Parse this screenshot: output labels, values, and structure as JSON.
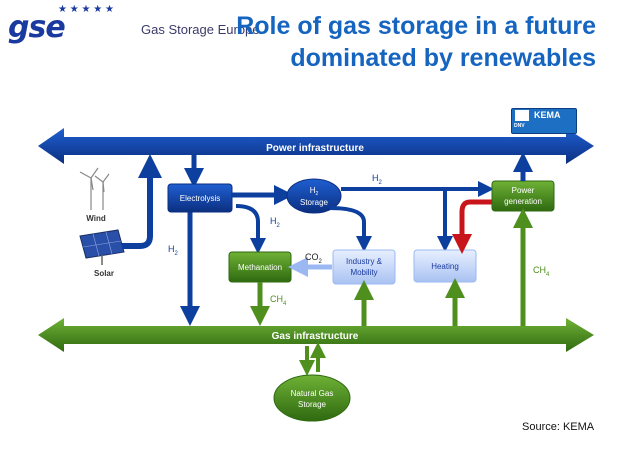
{
  "header": {
    "logo_text": "gse",
    "org_name": "Gas Storage Europe",
    "title_line1": "Role of gas storage in a future",
    "title_line2": "dominated by renewables"
  },
  "badge": {
    "name": "KEMA",
    "sub": "DNV"
  },
  "diagram": {
    "power_bus": "Power infrastructure",
    "gas_bus": "Gas infrastructure",
    "wind": "Wind",
    "solar": "Solar",
    "electrolysis": "Electrolysis",
    "h2_storage_line1": "H",
    "h2_storage_sub": "2",
    "h2_storage_line2": "Storage",
    "power_generation_line1": "Power",
    "power_generation_line2": "generation",
    "methanation": "Methanation",
    "industry_line1": "Industry &",
    "industry_line2": "Mobility",
    "heating": "Heating",
    "natural_gas_line1": "Natural Gas",
    "natural_gas_line2": "Storage",
    "label_h2": "H",
    "label_h2_sub": "2",
    "label_co2": "CO",
    "label_co2_sub": "2",
    "label_ch4": "CH",
    "label_ch4_sub": "4"
  },
  "footer": {
    "source": "Source: KEMA"
  },
  "colors": {
    "blue": "#0d3f9e",
    "green": "#4e8f1d",
    "light_blue": "#9bb8f2",
    "red": "#c8151b",
    "title": "#1565c0"
  }
}
